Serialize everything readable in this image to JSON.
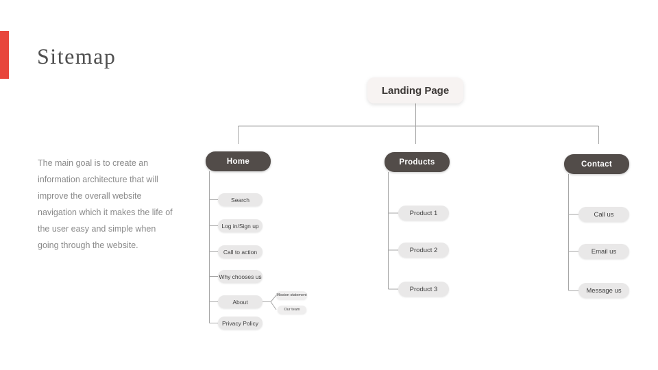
{
  "slide": {
    "title": "Sitemap",
    "description": "The main goal is to create an information architecture that will improve the overall website navigation  which it makes the life of the user easy and simple  when going through the website."
  },
  "colors": {
    "accent": "#e8463c",
    "dark_node": "#524c49",
    "light_pill": "#e9e8e8",
    "root_node_bg": "#f7f3f2",
    "connector_line": "#a6a6a6"
  },
  "tree": {
    "root_label": "Landing Page",
    "home": {
      "label": "Home",
      "children": [
        "Search",
        "Log in/Sign up",
        "Call to action",
        "Why chooses us",
        "About",
        "Privacy Policy"
      ]
    },
    "about_sub": [
      "Mission statement",
      "Our team"
    ],
    "products": {
      "label": "Products",
      "children": [
        "Product 1",
        "Product 2",
        "Product 3"
      ]
    },
    "contact": {
      "label": "Contact",
      "children": [
        "Call us",
        "Email us",
        "Message us"
      ]
    }
  }
}
